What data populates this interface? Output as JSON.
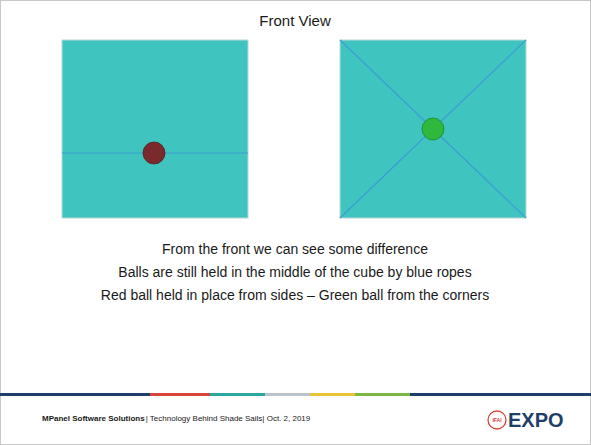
{
  "diagram": {
    "title": "Front View",
    "labels": [
      "From the front we can see some difference",
      "Balls are still held in the middle of the cube by blue ropes",
      "Red ball held in place from sides – Green ball from the corners",
      "MPanel Software Solutions",
      "| Technology Behind Shade Sails| Oct. 2, 2019",
      "IFAI",
      "EXPO"
    ]
  }
}
